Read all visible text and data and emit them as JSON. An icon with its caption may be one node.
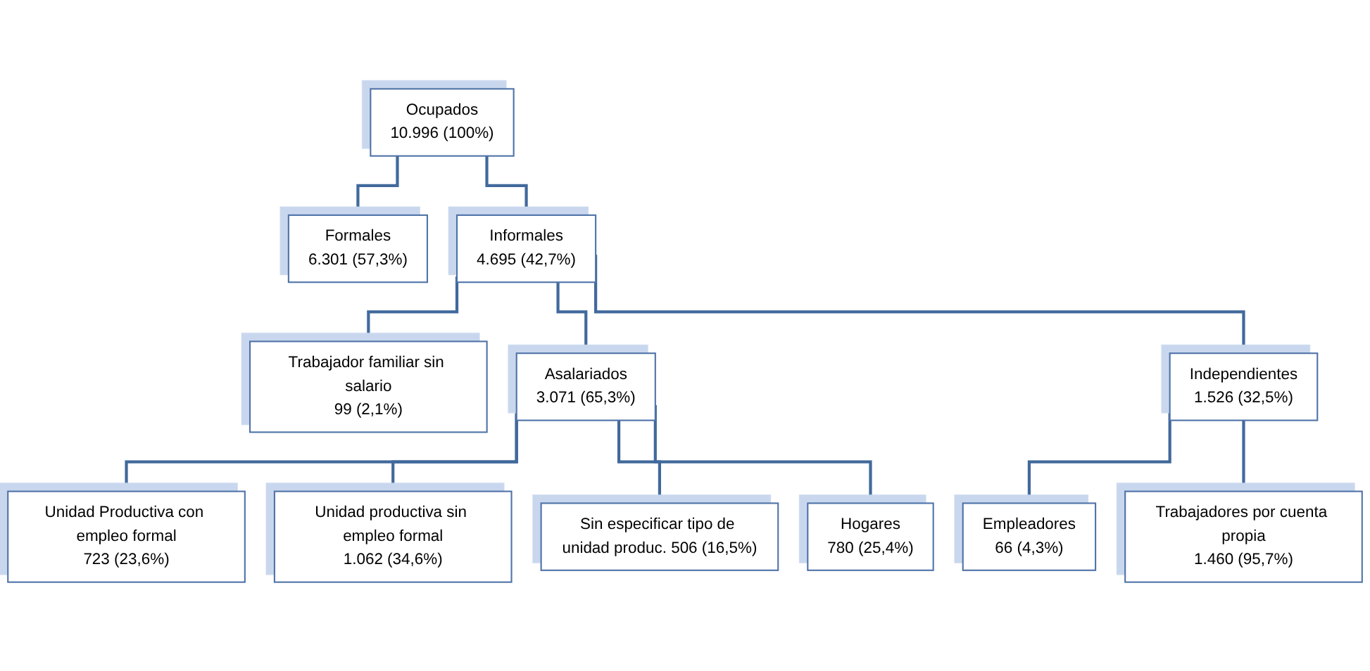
{
  "diagram": {
    "nodes": [
      {
        "text": [
          "Ocupados",
          "10.996 (100%)"
        ]
      },
      {
        "text": [
          "Formales",
          "6.301 (57,3%)"
        ]
      },
      {
        "text": [
          "Informales",
          "4.695 (42,7%)"
        ]
      },
      {
        "text": [
          "Trabajador familiar sin salario",
          "99 (2,1%)"
        ]
      },
      {
        "text": [
          "Asalariados",
          "3.071 (65,3%)"
        ]
      },
      {
        "text": [
          "Independientes",
          "1.526 (32,5%)"
        ]
      },
      {
        "text": [
          "Unidad Productiva con empleo formal",
          "723 (23,6%)"
        ]
      },
      {
        "text": [
          "Unidad productiva sin empleo formal",
          "1.062 (34,6%)"
        ]
      },
      {
        "text": [
          "Sin especificar tipo de unidad produc. 506 (16,5%)"
        ]
      },
      {
        "text": [
          "Hogares",
          "780 (25,4%)"
        ]
      },
      {
        "text": [
          "Empleadores",
          "66 (4,3%)"
        ]
      },
      {
        "text": [
          "Trabajadores por cuenta propia",
          "1.460 (95,7%)"
        ]
      }
    ],
    "edges": [
      {
        "from": 0,
        "to": 1,
        "arrow": "none"
      },
      {
        "from": 0,
        "to": 2,
        "arrow": "none"
      },
      {
        "from": 2,
        "to": 3,
        "arrow": "none"
      },
      {
        "from": 2,
        "to": 4,
        "arrow": "none"
      },
      {
        "from": 2,
        "to": 5,
        "arrow": "none"
      },
      {
        "from": 4,
        "to": 6,
        "arrow": "none"
      },
      {
        "from": 4,
        "to": 7,
        "arrow": "none"
      },
      {
        "from": 4,
        "to": 8,
        "arrow": "none"
      },
      {
        "from": 4,
        "to": 9,
        "arrow": "none"
      },
      {
        "from": 5,
        "to": 10,
        "arrow": "none"
      },
      {
        "from": 5,
        "to": 11,
        "arrow": "none"
      }
    ]
  }
}
